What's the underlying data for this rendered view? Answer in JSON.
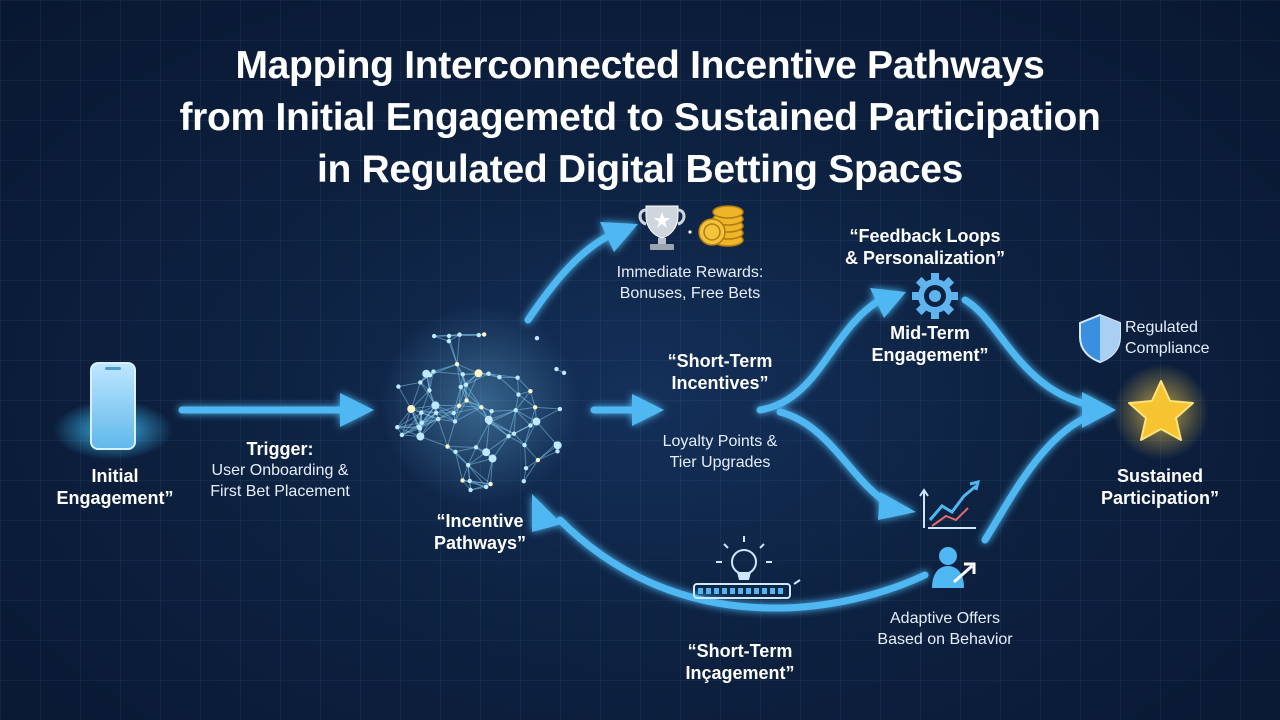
{
  "title": {
    "line1": "Mapping Interconnected Incentive Pathways",
    "line2": "from Initial Engagemetd to Sustained Participation",
    "line3": "in Regulated Digital Betting Spaces"
  },
  "nodes": {
    "initial_engagement": {
      "line1": "Initial",
      "line2": "Engagement”"
    },
    "trigger": {
      "heading": "Trigger:",
      "line1": "User Onboarding &",
      "line2": "First Bet Placement"
    },
    "incentive_pathways": {
      "line1": "“Incentive",
      "line2": "Pathways”"
    },
    "immediate_rewards": {
      "line1": "Immediate Rewards:",
      "line2": "Bonuses, Free Bets"
    },
    "short_term_incentives": {
      "line1": "“Short-Term",
      "line2": "Incentives”"
    },
    "loyalty_points": {
      "line1": "Loyalty Points &",
      "line2": "Tier Upgrades"
    },
    "feedback_loops": {
      "line1": "“Feedback Loops",
      "line2": "& Personalization”"
    },
    "mid_term_engagement": {
      "line1": "Mid-Term",
      "line2": "Engagement”"
    },
    "regulated_compliance": {
      "line1": "Regulated",
      "line2": "Compliance"
    },
    "sustained_participation": {
      "line1": "Sustained",
      "line2": "Participation”"
    },
    "adaptive_offers": {
      "line1": "Adaptive Offers",
      "line2": "Based on Behavior"
    },
    "short_term_ingagement": {
      "line1": "“Short-Term",
      "line2": "Inçagement”"
    }
  },
  "icons": [
    "smartphone-icon",
    "network-globe-icon",
    "trophy-icon",
    "coins-icon",
    "gear-icon",
    "shield-icon",
    "star-icon",
    "growth-chart-icon",
    "user-growth-icon",
    "progress-bar-icon"
  ],
  "colors": {
    "background": "#0d2140",
    "arrow": "#4fb8f2",
    "arrow_glow": "#2f8fe0",
    "text": "#ffffff",
    "star": "#f6c431",
    "shield": "#3b8fe0"
  }
}
